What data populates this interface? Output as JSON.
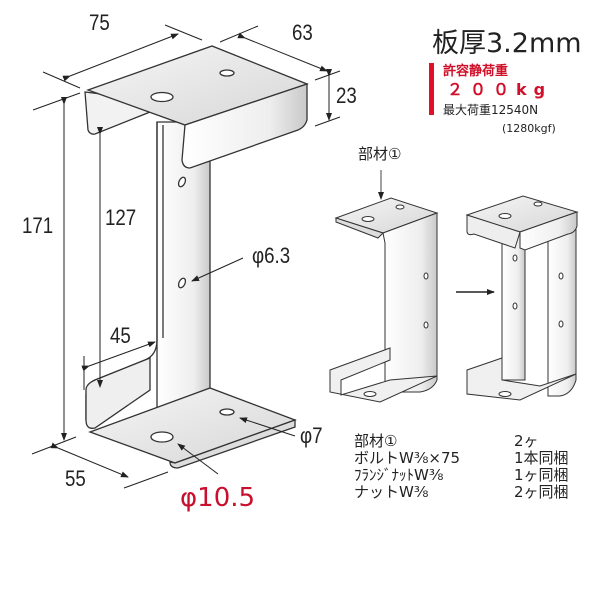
{
  "diagram": {
    "thickness_label": "板厚3.2mm",
    "load": {
      "label": "許容静荷重",
      "value": "２００kg",
      "max_load": "最大荷重12540N",
      "max_load_kgf": "(1280kgf)"
    },
    "dimensions": {
      "width_top": "75",
      "depth_top": "63",
      "flange_height": "23",
      "total_height": "171",
      "inner_height": "127",
      "inner_depth": "45",
      "bottom_depth": "55",
      "hole_web": "φ6.3",
      "hole_small": "φ7",
      "hole_large": "φ10.5"
    },
    "part_callout": "部材①",
    "parts_list": [
      {
        "name": "部材①",
        "qty": "2ヶ"
      },
      {
        "name": "ボルトW⅜×75",
        "qty": "1本同梱"
      },
      {
        "name": "ﾌﾗﾝｼﾞﾅｯﾄW⅜",
        "qty": "1ヶ同梱"
      },
      {
        "name": "ナットW⅜",
        "qty": "2ヶ同梱"
      }
    ],
    "colors": {
      "accent_red": "#d0102a",
      "line": "#222222",
      "metal_light": "#f4f4f4",
      "metal_shade": "#cfcfcf"
    }
  }
}
